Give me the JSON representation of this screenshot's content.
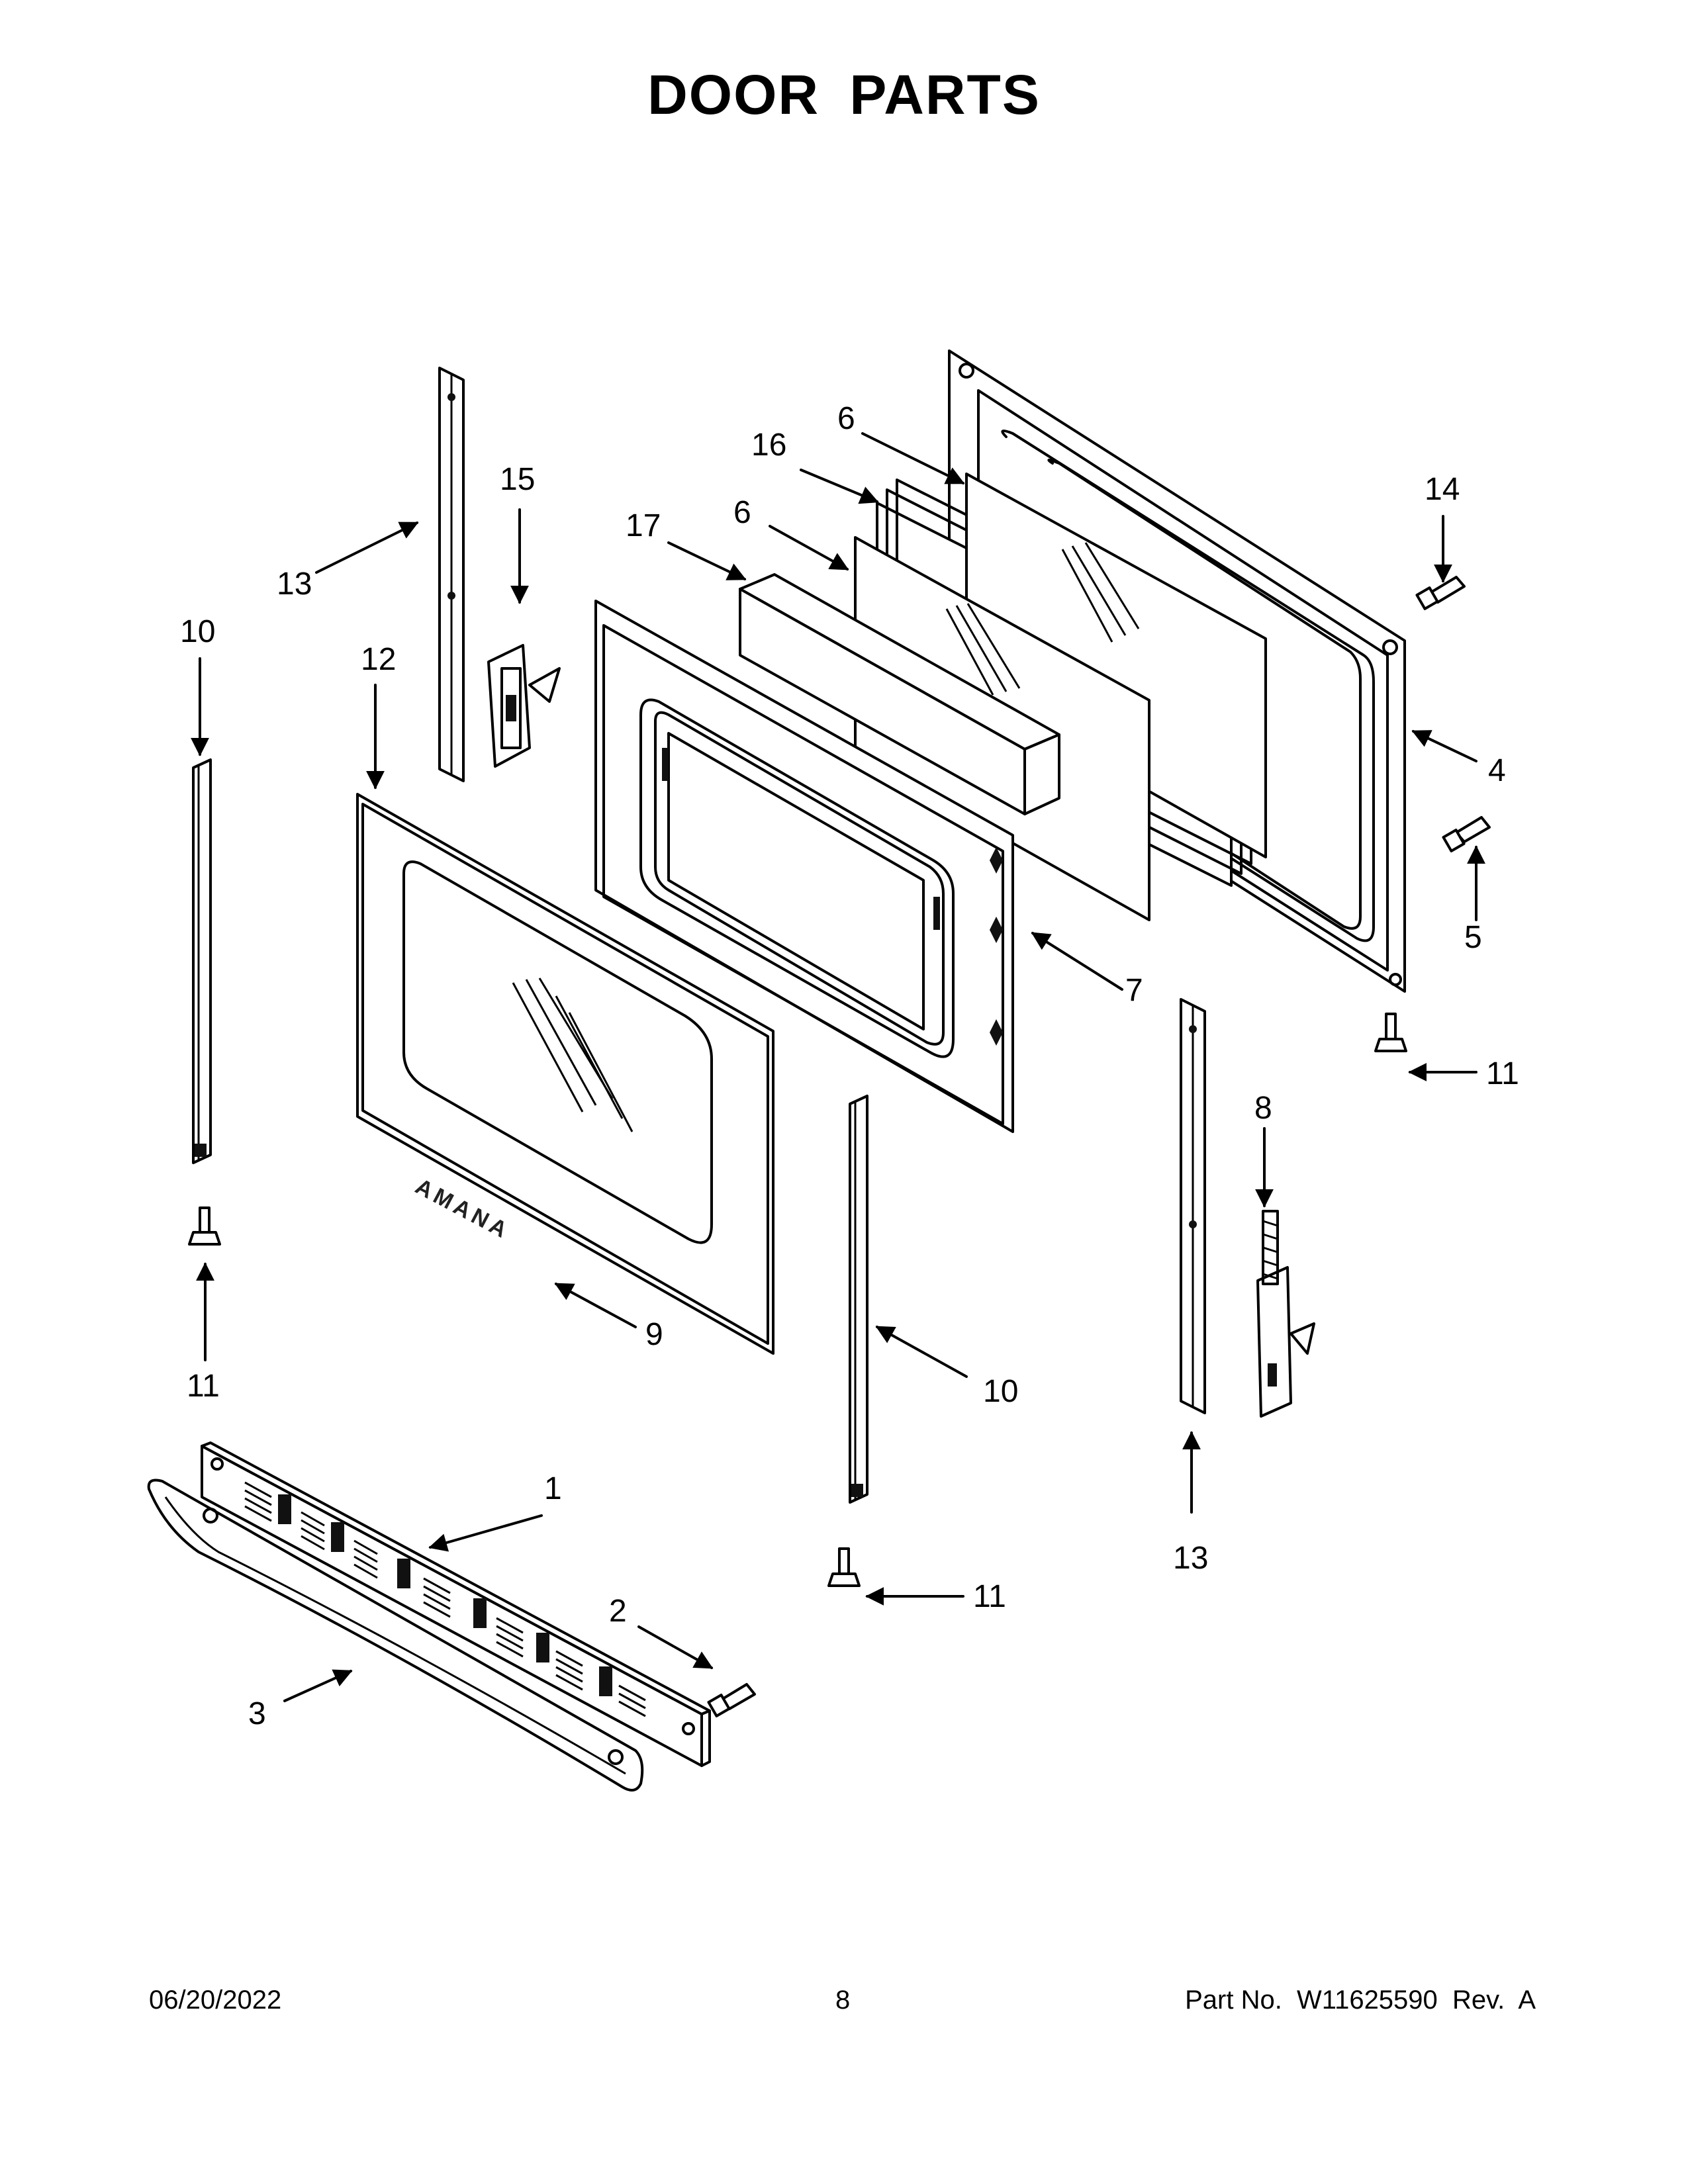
{
  "title": "DOOR PARTS",
  "callouts": [
    {
      "id": "c13a",
      "label": "13"
    },
    {
      "id": "c15",
      "label": "15"
    },
    {
      "id": "c10a",
      "label": "10"
    },
    {
      "id": "c12",
      "label": "12"
    },
    {
      "id": "c17",
      "label": "17"
    },
    {
      "id": "c6a",
      "label": "6"
    },
    {
      "id": "c16",
      "label": "16"
    },
    {
      "id": "c6b",
      "label": "6"
    },
    {
      "id": "c14",
      "label": "14"
    },
    {
      "id": "c4",
      "label": "4"
    },
    {
      "id": "c5",
      "label": "5"
    },
    {
      "id": "c7",
      "label": "7"
    },
    {
      "id": "c11a",
      "label": "11"
    },
    {
      "id": "c11b",
      "label": "11"
    },
    {
      "id": "c8",
      "label": "8"
    },
    {
      "id": "c9",
      "label": "9"
    },
    {
      "id": "c10b",
      "label": "10"
    },
    {
      "id": "c1",
      "label": "1"
    },
    {
      "id": "c2",
      "label": "2"
    },
    {
      "id": "c3",
      "label": "3"
    },
    {
      "id": "c11c",
      "label": "11"
    },
    {
      "id": "c13b",
      "label": "13"
    }
  ],
  "brand_mark": "AMANA",
  "footer": {
    "date": "06/20/2022",
    "page": "8",
    "part": "Part No.  W11625590  Rev.  A"
  }
}
